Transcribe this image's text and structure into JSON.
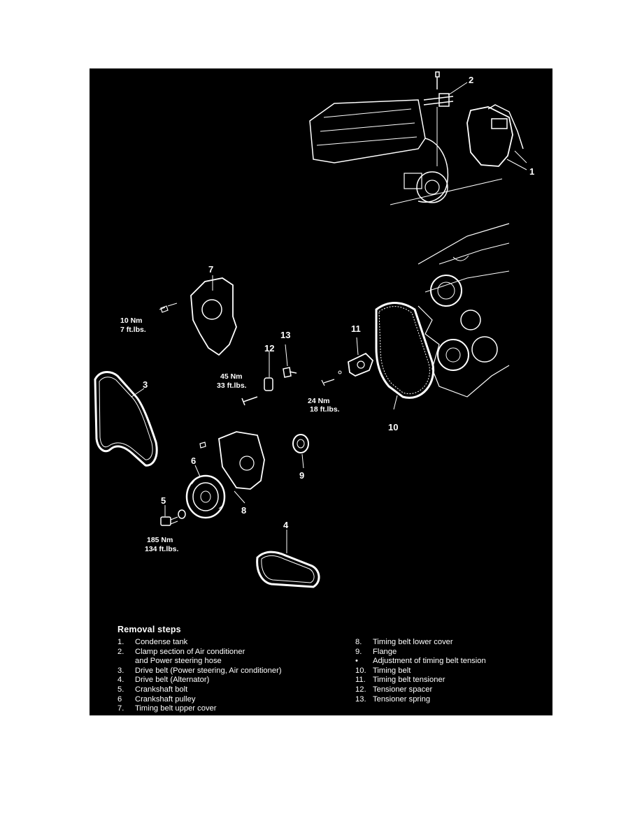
{
  "callouts": {
    "c1": "1",
    "c2": "2",
    "c3": "3",
    "c4": "4",
    "c5": "5",
    "c6": "6",
    "c7": "7",
    "c8": "8",
    "c9": "9",
    "c10": "10",
    "c11": "11",
    "c12": "12",
    "c13": "13"
  },
  "torques": {
    "t7": [
      "10 Nm",
      "7 ft.lbs."
    ],
    "t12": [
      "45 Nm",
      "33 ft.lbs."
    ],
    "t11": [
      "24 Nm",
      "18 ft.lbs."
    ],
    "t5": [
      "185 Nm",
      "134 ft.lbs."
    ]
  },
  "removal": {
    "title": "Removal steps",
    "left": [
      {
        "n": "1.",
        "text": "Condense tank"
      },
      {
        "n": "2.",
        "text": "Clamp section of Air conditioner"
      },
      {
        "n": "",
        "text": "and Power steering hose"
      },
      {
        "n": "3.",
        "text": "Drive belt (Power steering, Air conditioner)"
      },
      {
        "n": "4.",
        "text": "Drive belt (Alternator)"
      },
      {
        "n": "5.",
        "text": "Crankshaft bolt"
      },
      {
        "n": "6",
        "text": "Crankshaft pulley"
      },
      {
        "n": "7.",
        "text": "Timing belt upper cover"
      }
    ],
    "right": [
      {
        "n": "8.",
        "text": "Timing belt lower cover"
      },
      {
        "n": "9.",
        "text": "Flange"
      },
      {
        "n": "•",
        "text": "Adjustment of timing belt tension"
      },
      {
        "n": "10.",
        "text": "Timing belt"
      },
      {
        "n": "11.",
        "text": "Timing belt tensioner"
      },
      {
        "n": "12.",
        "text": "Tensioner spacer"
      },
      {
        "n": "13.",
        "text": "Tensioner spring"
      }
    ]
  }
}
